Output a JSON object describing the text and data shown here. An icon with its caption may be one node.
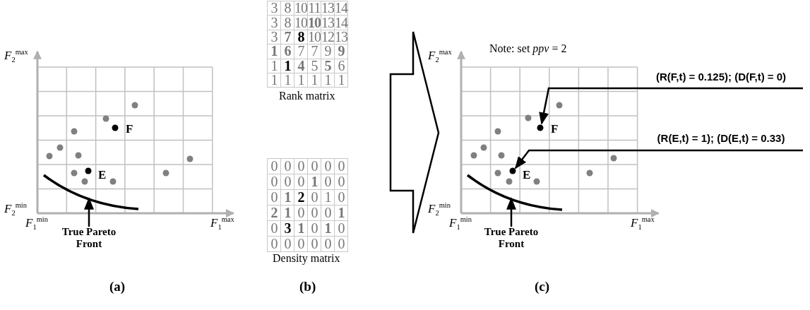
{
  "diagram": {
    "nodes": [
      {
        "text": [
          "True Pareto Front"
        ]
      },
      {
        "text": [],
        "shape": "curve"
      },
      {
        "text": [
          "True Pareto Front"
        ]
      },
      {
        "text": [],
        "shape": "curve"
      },
      {
        "text": [
          "(R(F,t) = 0.125); (D(F,t) = 0)"
        ]
      },
      {
        "text": [],
        "shape": "circle"
      },
      {
        "text": [
          "(R(E,t) = 1); (D(E,t) = 0.33)"
        ]
      },
      {
        "text": [],
        "shape": "circle"
      }
    ],
    "edges": [
      {
        "from": 0,
        "to": 1,
        "arrow": "to"
      },
      {
        "from": 2,
        "to": 3,
        "arrow": "to"
      },
      {
        "from": 4,
        "to": 5,
        "arrow": "to"
      },
      {
        "from": 6,
        "to": 7,
        "arrow": "to"
      }
    ],
    "labels": [
      "*F*$_{2}$$^{max}$",
      "F",
      "E",
      "*F*$_{2}$$^{min}$",
      "*F*$_{1}$$^{min}$",
      "*F*$_{1}$$^{max}$",
      "(a)",
      "3",
      "8",
      "10",
      "11",
      "13",
      "14",
      "3",
      "8",
      "10",
      "10",
      "13",
      "14",
      "3",
      "7",
      "8",
      "10",
      "12",
      "13",
      "1",
      "6",
      "7",
      "7",
      "9",
      "9",
      "1",
      "1",
      "4",
      "5",
      "5",
      "6",
      "1",
      "1",
      "1",
      "1",
      "1",
      "1",
      "Rank matrix",
      "0",
      "0",
      "0",
      "0",
      "0",
      "0",
      "0",
      "0",
      "0",
      "1",
      "0",
      "0",
      "0",
      "1",
      "2",
      "0",
      "1",
      "0",
      "2",
      "1",
      "0",
      "0",
      "0",
      "1",
      "0",
      "3",
      "1",
      "0",
      "1",
      "0",
      "0",
      "0",
      "0",
      "0",
      "0",
      "0",
      "Density matrix",
      "(b)",
      "Note: set *ppv* = 2",
      "*F*$_{2}$$^{max}$",
      "F",
      "E",
      "*F*$_{2}$$^{min}$",
      "*F*$_{1}$$^{min}$",
      "*F*$_{1}$$^{max}$",
      "(c)"
    ]
  }
}
